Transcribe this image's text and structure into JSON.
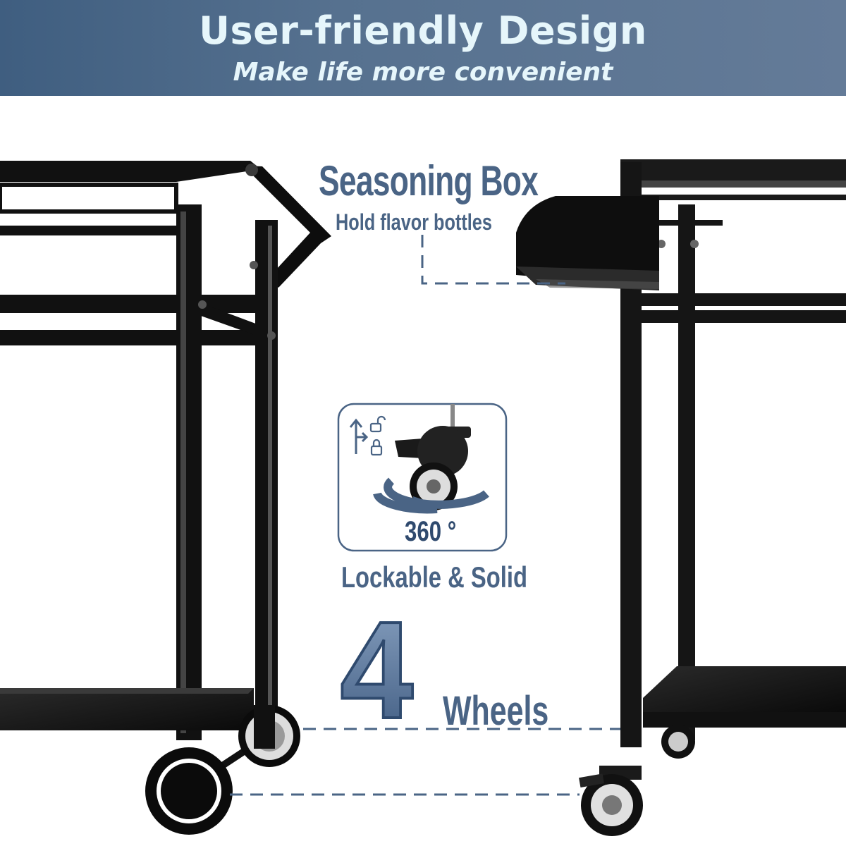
{
  "banner": {
    "title": "User-friendly Design",
    "subtitle": "Make life more convenient",
    "color": "#4e6a8c"
  },
  "callouts": {
    "seasoning_title": "Seasoning Box",
    "seasoning_sub": "Hold flavor bottles",
    "rotation": "360 °",
    "lockable": "Lockable & Solid",
    "wheel_count": "4",
    "wheels": "Wheels"
  },
  "icons": [
    "unlock-icon",
    "lock-icon",
    "rotate-arrow-icon",
    "caster-wheel-icon"
  ]
}
